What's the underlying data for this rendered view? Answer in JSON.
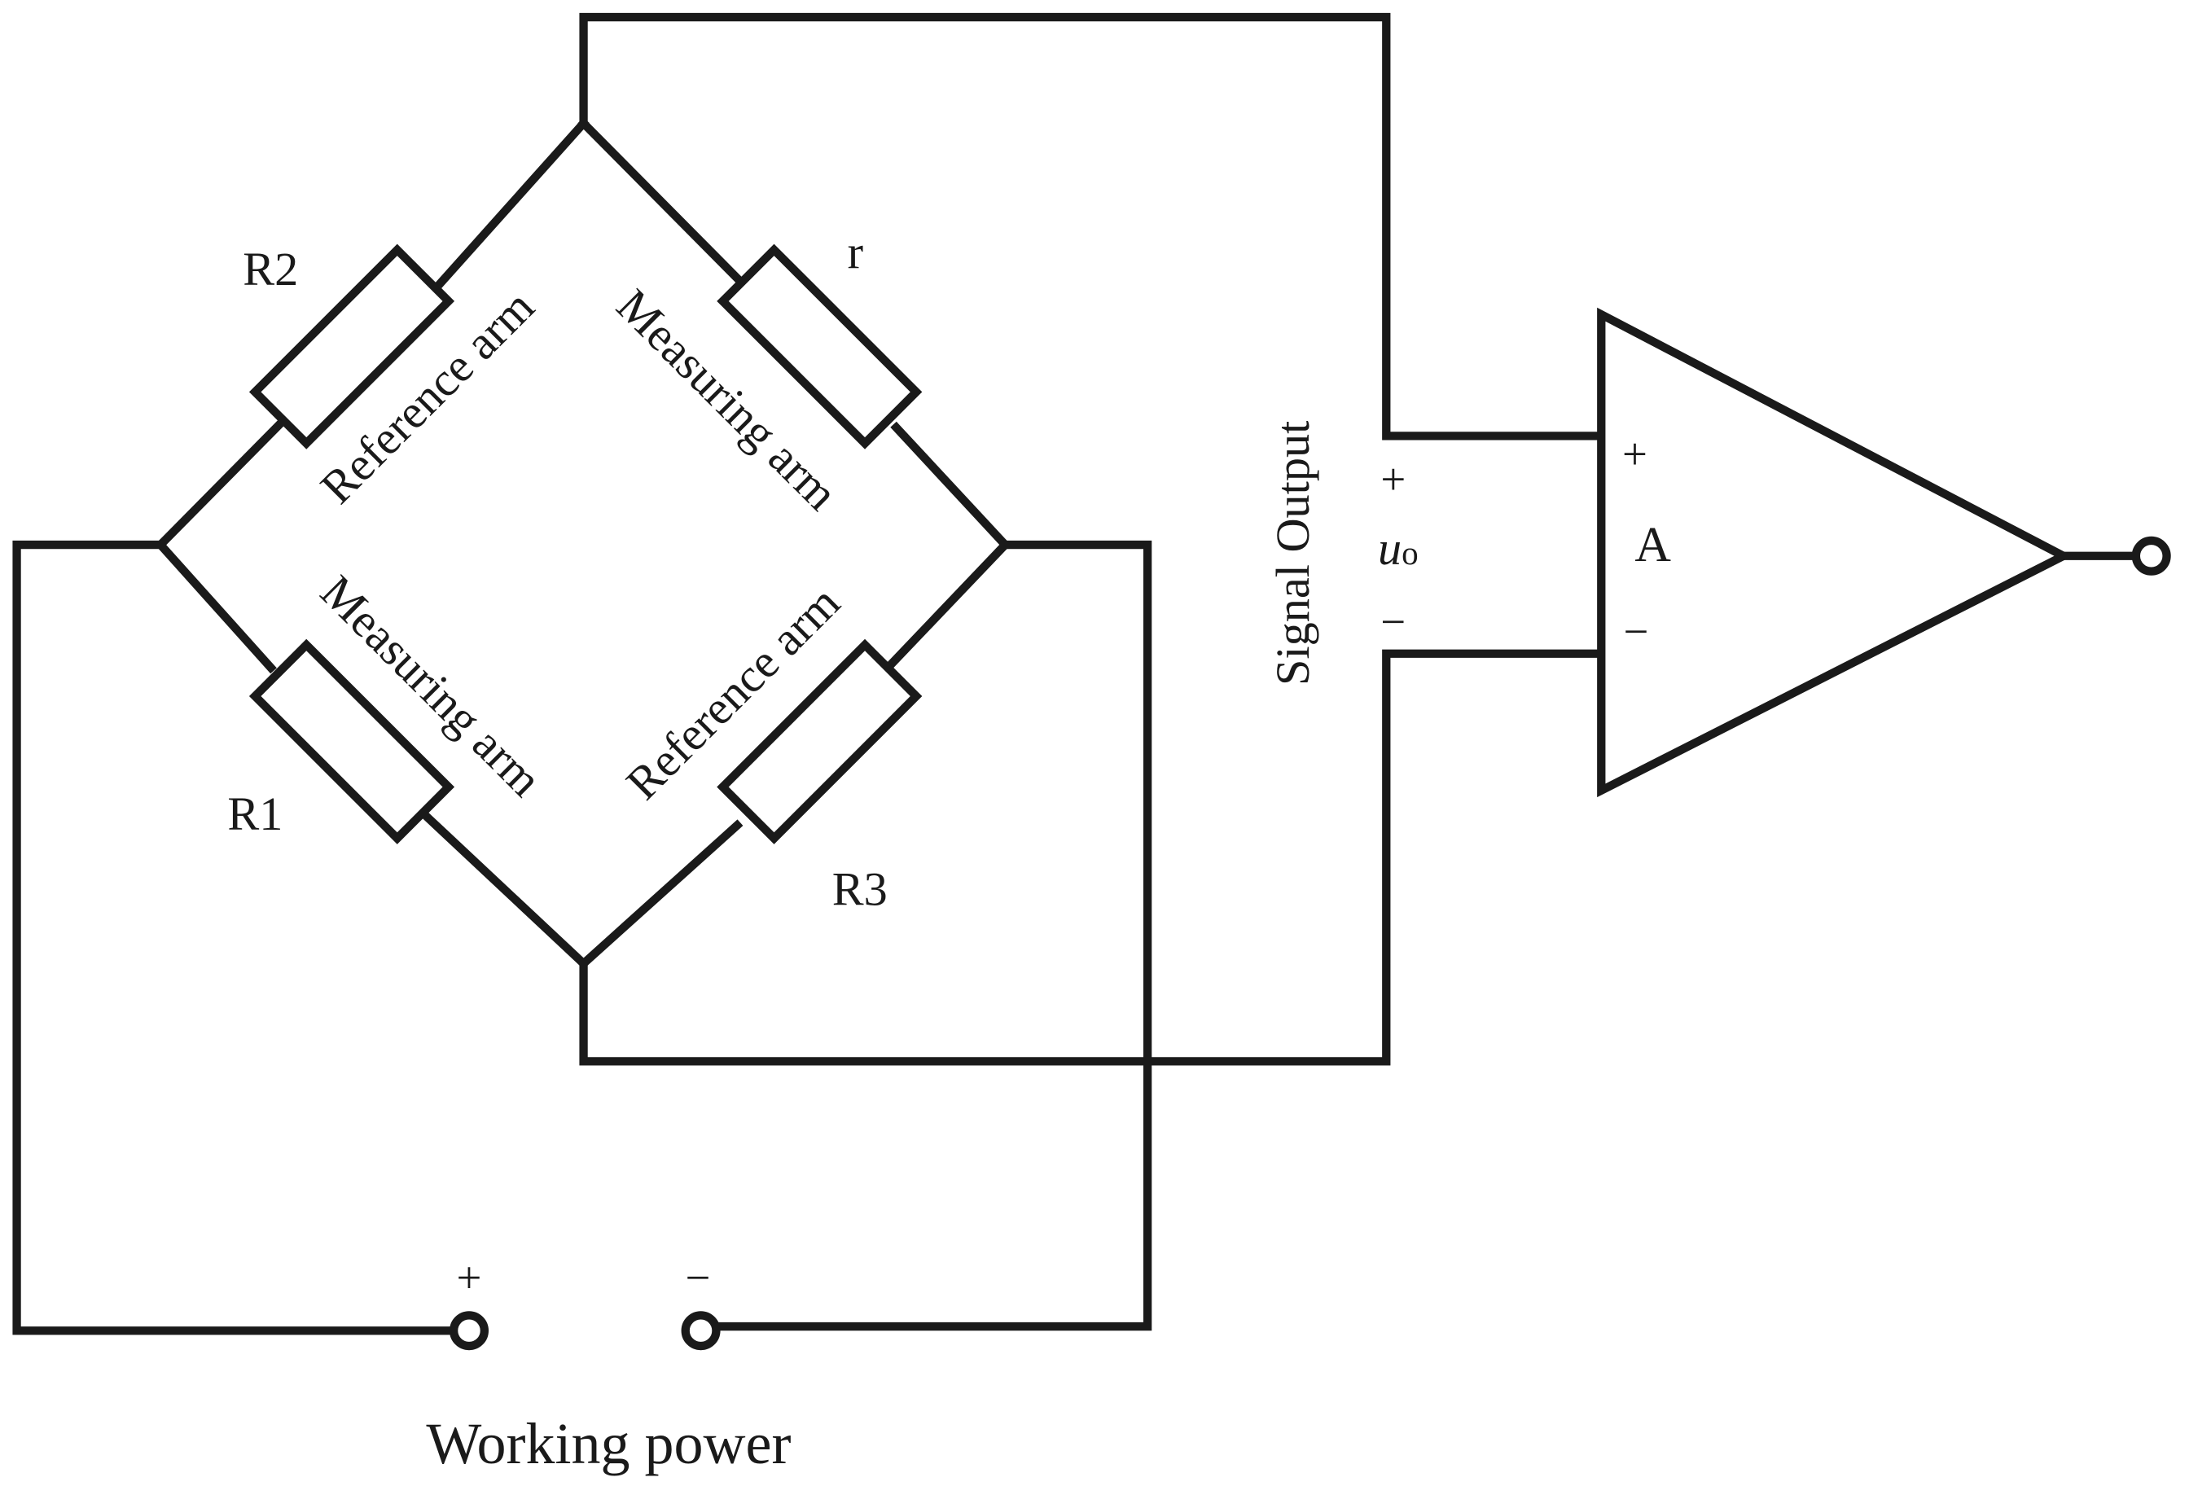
{
  "diagram": {
    "resistors": {
      "r2": "R2",
      "r": "r",
      "r1": "R1",
      "r3": "R3"
    },
    "arms": {
      "upper_left": "Reference arm",
      "upper_right": "Measuring arm",
      "lower_left": "Measuring arm",
      "lower_right": "Reference arm"
    },
    "signal_output": {
      "label": "Signal Output",
      "plus": "+",
      "minus": "−",
      "symbol_main": "u",
      "symbol_sub": "o"
    },
    "amplifier": {
      "name": "A",
      "plus": "+",
      "minus": "−"
    },
    "power": {
      "label": "Working power",
      "plus": "+",
      "minus": "−"
    },
    "colors": {
      "ink": "#1a1a1a",
      "background": "#ffffff"
    }
  }
}
